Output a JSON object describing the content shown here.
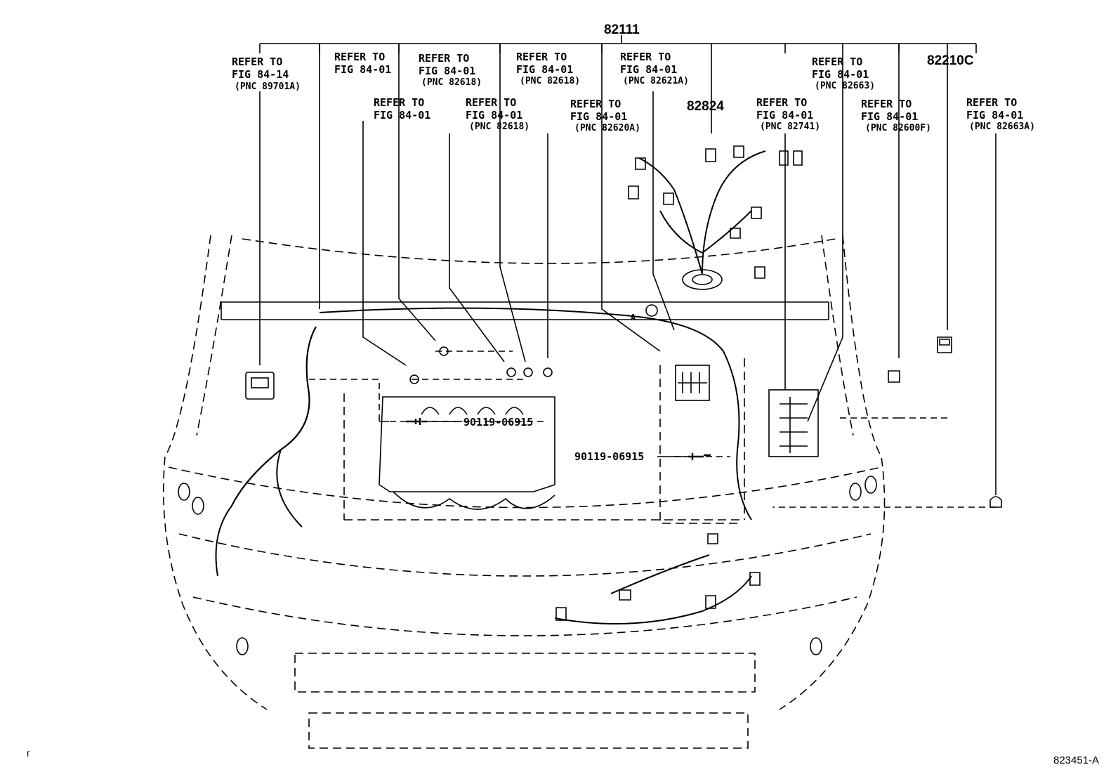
{
  "main_part": "82111",
  "callouts": [
    {
      "line1": "REFER TO",
      "line2": "FIG 84-14",
      "pnc": "(PNC 89701A)"
    },
    {
      "line1": "REFER TO",
      "line2": "FIG 84-01",
      "pnc": ""
    },
    {
      "line1": "REFER TO",
      "line2": "FIG 84-01",
      "pnc": "(PNC 82618)"
    },
    {
      "line1": "REFER TO",
      "line2": "FIG 84-01",
      "pnc": "(PNC 82618)"
    },
    {
      "line1": "REFER TO",
      "line2": "FIG 84-01",
      "pnc": "(PNC 82621A)"
    },
    {
      "line1": "REFER TO",
      "line2": "FIG 84-01",
      "pnc": ""
    },
    {
      "line1": "REFER TO",
      "line2": "FIG 84-01",
      "pnc": "(PNC 82618)"
    },
    {
      "line1": "REFER TO",
      "line2": "FIG 84-01",
      "pnc": "(PNC 82620A)"
    },
    {
      "line1": "REFER TO",
      "line2": "FIG 84-01",
      "pnc": "(PNC 82741)"
    },
    {
      "line1": "REFER TO",
      "line2": "FIG 84-01",
      "pnc": "(PNC 82663)"
    },
    {
      "line1": "REFER TO",
      "line2": "FIG 84-01",
      "pnc": "(PNC 82600F)"
    },
    {
      "line1": "REFER TO",
      "line2": "FIG 84-01",
      "pnc": "(PNC 82663A)"
    }
  ],
  "part_82824": "82824",
  "part_82210C": "82210C",
  "bolt_1": "90119-06915",
  "bolt_2": "90119-06915",
  "marker_a": "A",
  "corner_mark": "г",
  "diagram_id": "823451-A"
}
